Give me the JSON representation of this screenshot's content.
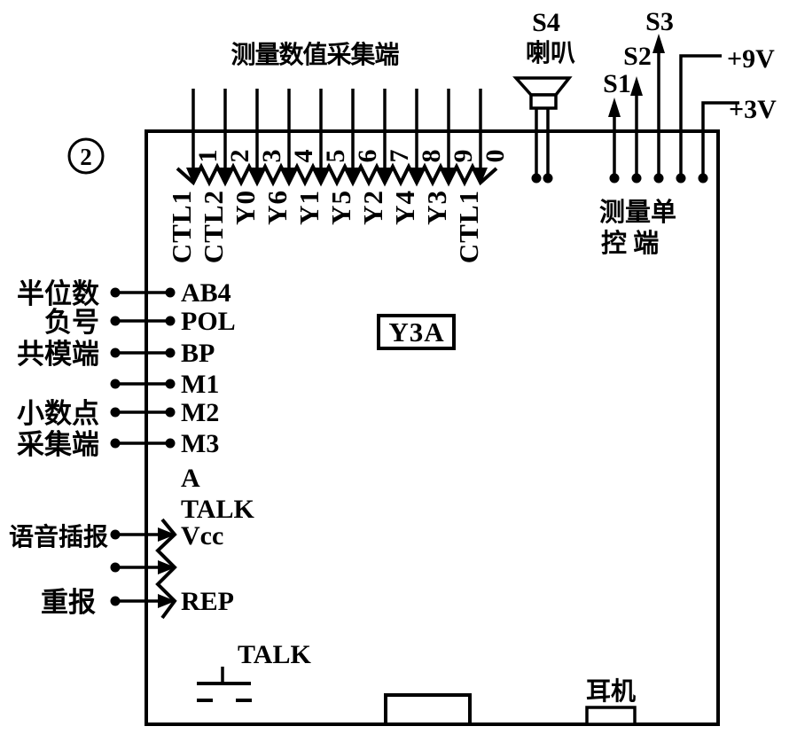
{
  "figure": {
    "number": "2"
  },
  "top": {
    "title": "测量数值采集端",
    "pins": [
      {
        "num": "1",
        "label": "CTL1"
      },
      {
        "num": "2",
        "label": "CTL2"
      },
      {
        "num": "3",
        "label": "Y0"
      },
      {
        "num": "4",
        "label": "Y6"
      },
      {
        "num": "5",
        "label": "Y1"
      },
      {
        "num": "6",
        "label": "Y5"
      },
      {
        "num": "7",
        "label": "Y2"
      },
      {
        "num": "8",
        "label": "Y4"
      },
      {
        "num": "9",
        "label": "Y3"
      },
      {
        "num": "0",
        "label": "CTL1"
      }
    ]
  },
  "speaker": {
    "ref": "S4",
    "label": "喇叭"
  },
  "control": {
    "s1": "S1",
    "s2": "S2",
    "s3": "S3",
    "caption_line1": "测量单",
    "caption_line2": "控  端"
  },
  "power": {
    "p9": "+9V",
    "p3": "+3V"
  },
  "chip": {
    "label": "Y3A"
  },
  "left": {
    "rows": [
      {
        "cn": "半位数",
        "pin": "AB4"
      },
      {
        "cn": "负号",
        "pin": "POL"
      },
      {
        "cn": "共模端",
        "pin": "BP"
      },
      {
        "cn": "",
        "pin": "M1"
      },
      {
        "cn": "小数点",
        "pin": "M2"
      },
      {
        "cn": "采集端",
        "pin": "M3"
      }
    ],
    "pin_a": "A",
    "pin_talk": "TALK",
    "voice": {
      "cn": "语音插报",
      "pin": "Vcc"
    },
    "repeat": {
      "cn": "重报",
      "pin": "REP"
    }
  },
  "bottom": {
    "talk": "TALK",
    "earphone": "耳机"
  }
}
